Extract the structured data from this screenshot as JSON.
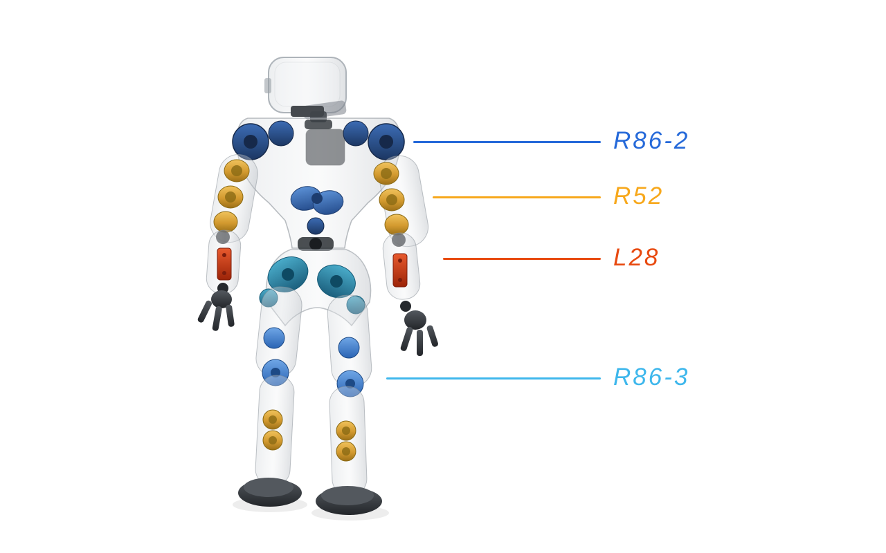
{
  "page": {
    "background": "#ffffff"
  },
  "annotations": [
    {
      "id": "shoulder-actuator",
      "label": "R86-2",
      "color": "#2569d9"
    },
    {
      "id": "elbow-actuator",
      "label": "R52",
      "color": "#f7a81c"
    },
    {
      "id": "forearm-actuator",
      "label": "L28",
      "color": "#e84a10"
    },
    {
      "id": "knee-actuator",
      "label": "R86-3",
      "color": "#3eb7ec"
    }
  ],
  "robot": {
    "palette": {
      "shell_gray": "#c9ced4",
      "shoulder_motor_blue": "#2c4f86",
      "chest_motor_blue": "#3465ae",
      "arm_actuator_gold": "#d39a2f",
      "forearm_actuator_red": "#cc3a1a",
      "hip_motor_teal": "#2f87a8",
      "knee_motor_blue": "#3e7fd2",
      "ankle_actuator_gold": "#c28f2a",
      "hardware_dark": "#34383d"
    }
  }
}
